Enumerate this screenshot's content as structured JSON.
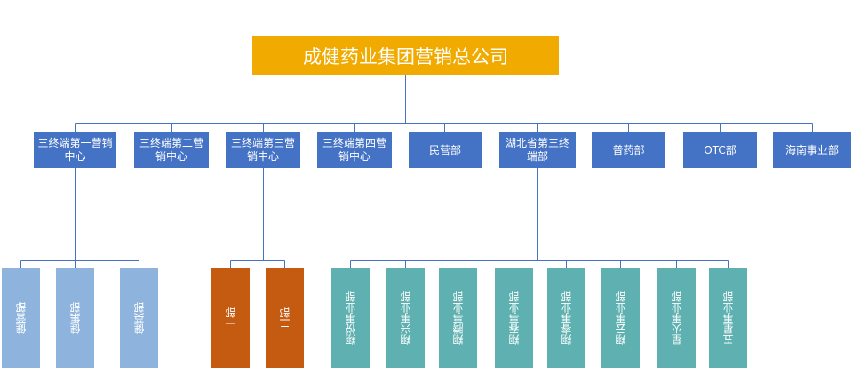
{
  "root": {
    "label": "成健药业集团营销总公司"
  },
  "departments": [
    {
      "label": "三终端第一营销中心"
    },
    {
      "label": "三终端第二营销中心"
    },
    {
      "label": "三终端第三营销中心"
    },
    {
      "label": "三终端第四营销中心"
    },
    {
      "label": "民营部"
    },
    {
      "label": "湖北省第三终端部"
    },
    {
      "label": "普药部"
    },
    {
      "label": "OTC部"
    },
    {
      "label": "海南事业部"
    }
  ],
  "group1": [
    {
      "label": "健营部"
    },
    {
      "label": "健集部"
    },
    {
      "label": "健英部"
    }
  ],
  "group3": [
    {
      "label": "一部"
    },
    {
      "label": "二部"
    }
  ],
  "group6": [
    {
      "label": "翔悦事业部"
    },
    {
      "label": "翔兴事业部"
    },
    {
      "label": "翔腾事业部"
    },
    {
      "label": "翔春事业部"
    },
    {
      "label": "翔睿事业部"
    },
    {
      "label": "翔云事业部"
    },
    {
      "label": "星火事业部"
    },
    {
      "label": "五星事业部"
    }
  ],
  "colors": {
    "root": "#f0aa00",
    "department": "#4472c4",
    "group1": "#8eb4de",
    "group3": "#c55a11",
    "group6": "#5fb1b1",
    "connector": "#4472c4"
  }
}
